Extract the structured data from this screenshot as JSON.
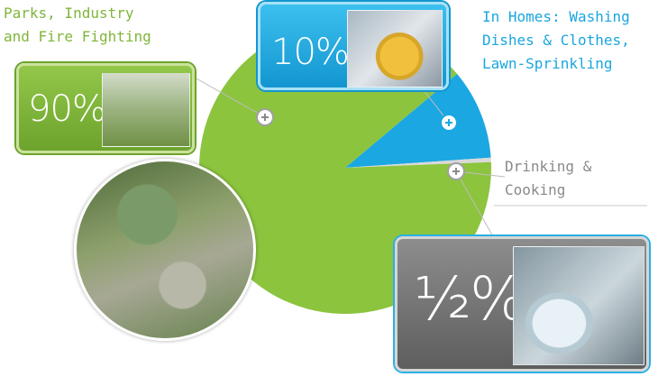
{
  "chart_data": {
    "type": "pie",
    "categories": [
      "Parks, Industry and Fire Fighting",
      "In Homes: Washing Dishes & Clothes, Lawn-Sprinkling",
      "Drinking & Cooking"
    ],
    "values": [
      89.5,
      10,
      0.5
    ],
    "value_labels": [
      "90%",
      "10%",
      "½%"
    ],
    "colors": [
      "#8cc43e",
      "#1ba7e2",
      "#d9d9d9"
    ]
  },
  "labels": {
    "parks": "Parks, Industry\nand Fire Fighting",
    "homes": "In Homes: Washing\nDishes & Clothes,\nLawn-Sprinkling",
    "drinking": "Drinking &\nCooking"
  },
  "callouts": {
    "pct_90": "90%",
    "pct_10": "10%",
    "pct_half": "½%"
  },
  "icons": {
    "marker": "plus-circle-icon"
  }
}
